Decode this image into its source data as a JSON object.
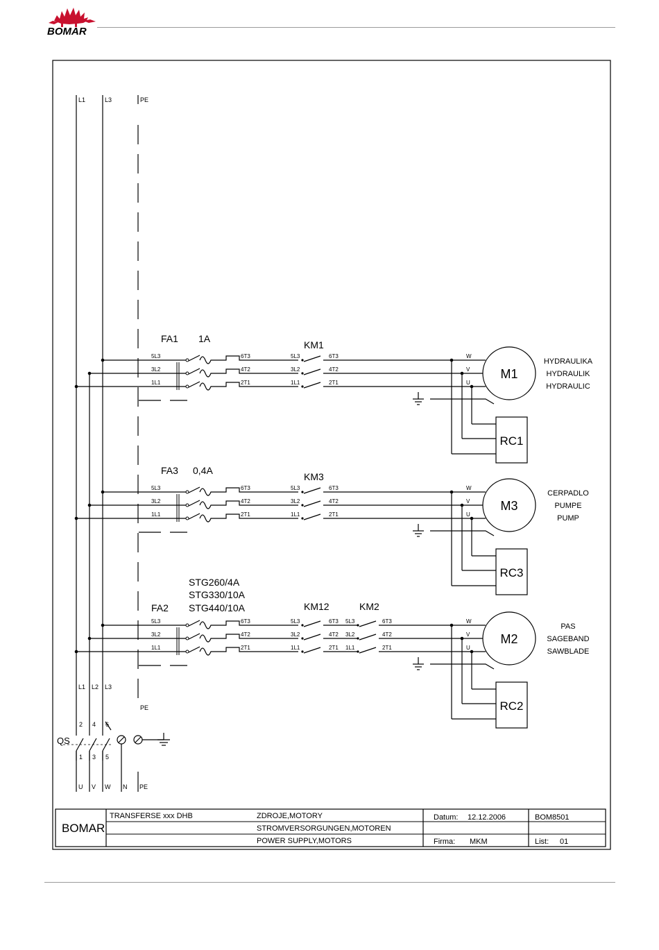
{
  "logo": {
    "text": "BOMAR",
    "brand_color": "#c8102e",
    "icon": "stegosaurus-icon"
  },
  "bus": {
    "top": [
      "L1",
      "L3",
      "PE"
    ],
    "bottom": [
      "L1",
      "L2",
      "L3"
    ],
    "pe_bottom": "PE"
  },
  "circuits": [
    {
      "fuse": "FA1",
      "fuse_rating": "1A",
      "contactors": [
        "KM1"
      ],
      "motor": "M1",
      "rc": "RC1",
      "desc": [
        "HYDRAULIKA",
        "HYDRAULIK",
        "HYDRAULIC"
      ]
    },
    {
      "fuse": "FA3",
      "fuse_rating": "0,4A",
      "contactors": [
        "KM3"
      ],
      "motor": "M3",
      "rc": "RC3",
      "desc": [
        "CERPADLO",
        "PUMPE",
        "PUMP"
      ]
    },
    {
      "fuse": "FA2",
      "fuse_rating": "STG440/10A",
      "fuse_alt": [
        "STG260/4A",
        "STG330/10A"
      ],
      "contactors": [
        "KM12",
        "KM2"
      ],
      "motor": "M2",
      "rc": "RC2",
      "desc": [
        "PAS",
        "SAGEBAND",
        "SAWBLADE"
      ]
    }
  ],
  "terminals": {
    "input_poles": [
      "5L3",
      "3L2",
      "1L1"
    ],
    "output_poles": [
      "6T3",
      "4T2",
      "2T1"
    ],
    "motor_phases": [
      "W",
      "V",
      "U"
    ]
  },
  "main_switch": {
    "label": "QS",
    "upper_numbers": [
      "2",
      "4",
      "6"
    ],
    "lower_numbers": [
      "1",
      "3",
      "5"
    ],
    "outputs": [
      "U",
      "V",
      "W",
      "N",
      "PE"
    ]
  },
  "title_block": {
    "company": "BOMAR",
    "project": "TRANSFERSE xxx DHB",
    "title_cz": "ZDROJE,MOTORY",
    "title_de": "STROMVERSORGUNGEN,MOTOREN",
    "title_en": "POWER SUPPLY,MOTORS",
    "date_label": "Datum:",
    "date": "12.12.2006",
    "drawing_no": "BOM8501",
    "firm_label": "Firma:",
    "firm": "MKM",
    "sheet_label": "List:",
    "sheet": "01"
  }
}
